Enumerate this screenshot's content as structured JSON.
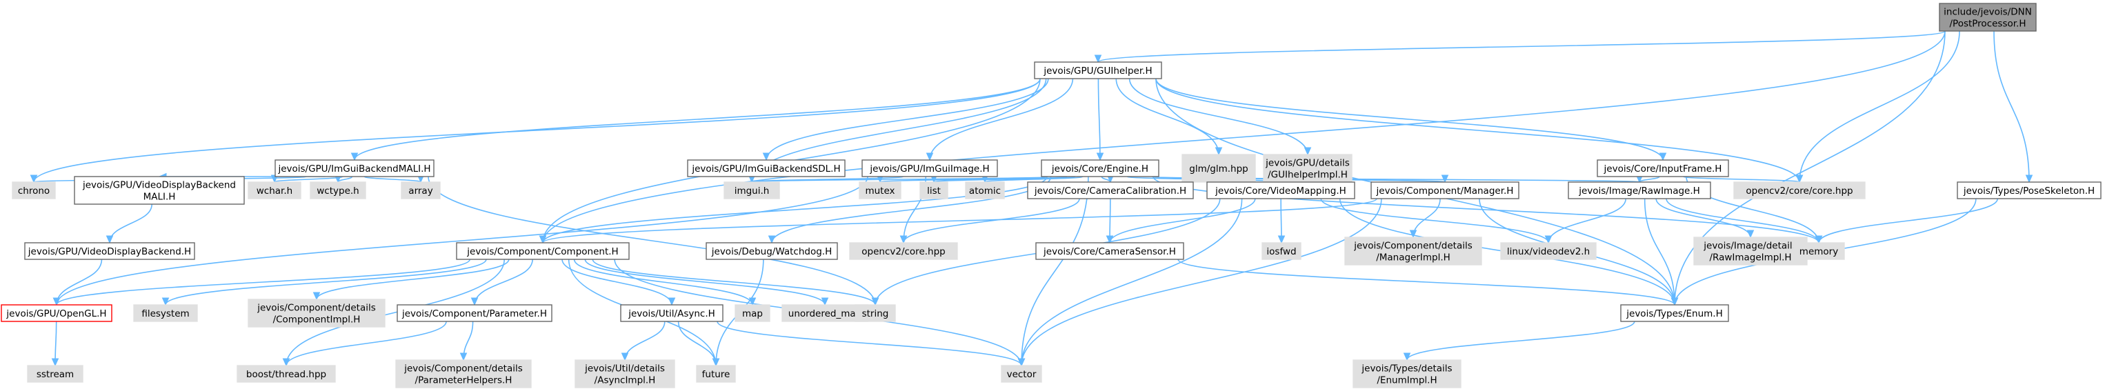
{
  "colors": {
    "root_fill": "#999999",
    "root_border": "#666666",
    "header_fill": "#ffffff",
    "header_border": "#666666",
    "system_fill": "#e0e0e0",
    "system_border": "#e0e0e0",
    "missing_fill": "#ffffff",
    "missing_border": "#ff0000",
    "edge": "#63b8ff"
  },
  "nodes": [
    {
      "id": "root",
      "kind": "root",
      "lines": [
        "include/jevois/DNN",
        "/PostProcessor.H"
      ]
    },
    {
      "id": "guihelper",
      "kind": "header",
      "lines": [
        "jevois/GPU/GUIhelper.H"
      ]
    },
    {
      "id": "imguimali",
      "kind": "header",
      "lines": [
        "jevois/GPU/ImGuiBackendMALI.H"
      ]
    },
    {
      "id": "imguisdl",
      "kind": "header",
      "lines": [
        "jevois/GPU/ImGuiBackendSDL.H"
      ]
    },
    {
      "id": "imguiimage",
      "kind": "header",
      "lines": [
        "jevois/GPU/ImGuiImage.H"
      ]
    },
    {
      "id": "engine",
      "kind": "header",
      "lines": [
        "jevois/Core/Engine.H"
      ]
    },
    {
      "id": "glm",
      "kind": "system",
      "lines": [
        "glm/glm.hpp"
      ]
    },
    {
      "id": "guiimpl",
      "kind": "system",
      "lines": [
        "jevois/GPU/details",
        "/GUIhelperImpl.H"
      ]
    },
    {
      "id": "inputframe",
      "kind": "header",
      "lines": [
        "jevois/Core/InputFrame.H"
      ]
    },
    {
      "id": "chrono",
      "kind": "system",
      "lines": [
        "chrono"
      ]
    },
    {
      "id": "vdbmali",
      "kind": "header",
      "lines": [
        "jevois/GPU/VideoDisplayBackend",
        "MALI.H"
      ]
    },
    {
      "id": "wchar",
      "kind": "system",
      "lines": [
        "wchar.h"
      ]
    },
    {
      "id": "wctype",
      "kind": "system",
      "lines": [
        "wctype.h"
      ]
    },
    {
      "id": "array",
      "kind": "system",
      "lines": [
        "array"
      ]
    },
    {
      "id": "imguih",
      "kind": "system",
      "lines": [
        "imgui.h"
      ]
    },
    {
      "id": "mutex",
      "kind": "system",
      "lines": [
        "mutex"
      ]
    },
    {
      "id": "list",
      "kind": "system",
      "lines": [
        "list"
      ]
    },
    {
      "id": "atomic",
      "kind": "system",
      "lines": [
        "atomic"
      ]
    },
    {
      "id": "camcalib",
      "kind": "header",
      "lines": [
        "jevois/Core/CameraCalibration.H"
      ]
    },
    {
      "id": "videomapping",
      "kind": "header",
      "lines": [
        "jevois/Core/VideoMapping.H"
      ]
    },
    {
      "id": "manager",
      "kind": "header",
      "lines": [
        "jevois/Component/Manager.H"
      ]
    },
    {
      "id": "rawimage",
      "kind": "header",
      "lines": [
        "jevois/Image/RawImage.H"
      ]
    },
    {
      "id": "cvcore",
      "kind": "system",
      "lines": [
        "opencv2/core/core.hpp"
      ]
    },
    {
      "id": "poseskel",
      "kind": "header",
      "lines": [
        "jevois/Types/PoseSkeleton.H"
      ]
    },
    {
      "id": "vdb",
      "kind": "header",
      "lines": [
        "jevois/GPU/VideoDisplayBackend.H"
      ]
    },
    {
      "id": "component",
      "kind": "header",
      "lines": [
        "jevois/Component/Component.H"
      ]
    },
    {
      "id": "watchdog",
      "kind": "header",
      "lines": [
        "jevois/Debug/Watchdog.H"
      ]
    },
    {
      "id": "opencvcore",
      "kind": "system",
      "lines": [
        "opencv2/core.hpp"
      ]
    },
    {
      "id": "camsensor",
      "kind": "header",
      "lines": [
        "jevois/Core/CameraSensor.H"
      ]
    },
    {
      "id": "iosfwd",
      "kind": "system",
      "lines": [
        "iosfwd"
      ]
    },
    {
      "id": "managerimpl",
      "kind": "system",
      "lines": [
        "jevois/Component/details",
        "/ManagerImpl.H"
      ]
    },
    {
      "id": "videodev2",
      "kind": "system",
      "lines": [
        "linux/videodev2.h"
      ]
    },
    {
      "id": "rawimageimpl",
      "kind": "system",
      "lines": [
        "jevois/Image/details",
        "/RawImageImpl.H"
      ]
    },
    {
      "id": "memory",
      "kind": "system",
      "lines": [
        "memory"
      ]
    },
    {
      "id": "opengl",
      "kind": "missing",
      "lines": [
        "jevois/GPU/OpenGL.H"
      ]
    },
    {
      "id": "filesystem",
      "kind": "system",
      "lines": [
        "filesystem"
      ]
    },
    {
      "id": "compimpl",
      "kind": "system",
      "lines": [
        "jevois/Component/details",
        "/ComponentImpl.H"
      ]
    },
    {
      "id": "parameter",
      "kind": "header",
      "lines": [
        "jevois/Component/Parameter.H"
      ]
    },
    {
      "id": "async",
      "kind": "header",
      "lines": [
        "jevois/Util/Async.H"
      ]
    },
    {
      "id": "map",
      "kind": "system",
      "lines": [
        "map"
      ]
    },
    {
      "id": "unorderedmap",
      "kind": "system",
      "lines": [
        "unordered_map"
      ]
    },
    {
      "id": "string",
      "kind": "system",
      "lines": [
        "string"
      ]
    },
    {
      "id": "enum",
      "kind": "header",
      "lines": [
        "jevois/Types/Enum.H"
      ]
    },
    {
      "id": "sstream",
      "kind": "system",
      "lines": [
        "sstream"
      ]
    },
    {
      "id": "boostthread",
      "kind": "system",
      "lines": [
        "boost/thread.hpp"
      ]
    },
    {
      "id": "paramhelpers",
      "kind": "system",
      "lines": [
        "jevois/Component/details",
        "/ParameterHelpers.H"
      ]
    },
    {
      "id": "asyncimpl",
      "kind": "system",
      "lines": [
        "jevois/Util/details",
        "/AsyncImpl.H"
      ]
    },
    {
      "id": "future",
      "kind": "system",
      "lines": [
        "future"
      ]
    },
    {
      "id": "vector",
      "kind": "system",
      "lines": [
        "vector"
      ]
    },
    {
      "id": "enumimpl",
      "kind": "system",
      "lines": [
        "jevois/Types/details",
        "/EnumImpl.H"
      ]
    }
  ],
  "edges": [
    [
      "root",
      "guihelper"
    ],
    [
      "root",
      "component"
    ],
    [
      "root",
      "cvcore"
    ],
    [
      "root",
      "poseskel"
    ],
    [
      "root",
      "enum"
    ],
    [
      "guihelper",
      "imguimali"
    ],
    [
      "guihelper",
      "imguisdl"
    ],
    [
      "guihelper",
      "imguiimage"
    ],
    [
      "guihelper",
      "engine"
    ],
    [
      "guihelper",
      "glm"
    ],
    [
      "guihelper",
      "guiimpl"
    ],
    [
      "guihelper",
      "inputframe"
    ],
    [
      "guihelper",
      "chrono"
    ],
    [
      "guihelper",
      "component"
    ],
    [
      "guihelper",
      "imguih"
    ],
    [
      "guihelper",
      "cvcore"
    ],
    [
      "guihelper",
      "enum"
    ],
    [
      "imguimali",
      "chrono"
    ],
    [
      "imguimali",
      "vdbmali"
    ],
    [
      "imguimali",
      "wchar"
    ],
    [
      "imguimali",
      "wctype"
    ],
    [
      "imguimali",
      "array"
    ],
    [
      "imguimali",
      "string"
    ],
    [
      "vdbmali",
      "vdb"
    ],
    [
      "vdb",
      "opengl"
    ],
    [
      "opengl",
      "sstream"
    ],
    [
      "imguiimage",
      "opengl"
    ],
    [
      "imguiimage",
      "imguih"
    ],
    [
      "imguiimage",
      "opencvcore"
    ],
    [
      "engine",
      "component"
    ],
    [
      "engine",
      "imguih"
    ],
    [
      "engine",
      "mutex"
    ],
    [
      "engine",
      "list"
    ],
    [
      "engine",
      "atomic"
    ],
    [
      "engine",
      "camcalib"
    ],
    [
      "engine",
      "videomapping"
    ],
    [
      "engine",
      "manager"
    ],
    [
      "engine",
      "rawimage"
    ],
    [
      "engine",
      "watchdog"
    ],
    [
      "engine",
      "memory"
    ],
    [
      "engine",
      "vector"
    ],
    [
      "inputframe",
      "rawimage"
    ],
    [
      "inputframe",
      "cvcore"
    ],
    [
      "inputframe",
      "memory"
    ],
    [
      "camcalib",
      "opencvcore"
    ],
    [
      "camcalib",
      "camsensor"
    ],
    [
      "videomapping",
      "camsensor"
    ],
    [
      "videomapping",
      "iosfwd"
    ],
    [
      "videomapping",
      "videodev2"
    ],
    [
      "videomapping",
      "enum"
    ],
    [
      "videomapping",
      "string"
    ],
    [
      "videomapping",
      "vector"
    ],
    [
      "manager",
      "component"
    ],
    [
      "manager",
      "managerimpl"
    ],
    [
      "manager",
      "enum"
    ],
    [
      "manager",
      "vector"
    ],
    [
      "rawimage",
      "videodev2"
    ],
    [
      "rawimage",
      "rawimageimpl"
    ],
    [
      "rawimage",
      "memory"
    ],
    [
      "rawimage",
      "enum"
    ],
    [
      "poseskel",
      "memory"
    ],
    [
      "poseskel",
      "enum"
    ],
    [
      "camsensor",
      "enum"
    ],
    [
      "watchdog",
      "future"
    ],
    [
      "component",
      "opengl"
    ],
    [
      "component",
      "filesystem"
    ],
    [
      "component",
      "compimpl"
    ],
    [
      "component",
      "parameter"
    ],
    [
      "component",
      "async"
    ],
    [
      "component",
      "map"
    ],
    [
      "component",
      "unorderedmap"
    ],
    [
      "component",
      "string"
    ],
    [
      "component",
      "boostthread"
    ],
    [
      "component",
      "future"
    ],
    [
      "component",
      "vector"
    ],
    [
      "parameter",
      "boostthread"
    ],
    [
      "parameter",
      "paramhelpers"
    ],
    [
      "async",
      "asyncimpl"
    ],
    [
      "async",
      "future"
    ],
    [
      "async",
      "vector"
    ],
    [
      "enum",
      "enumimpl"
    ]
  ]
}
